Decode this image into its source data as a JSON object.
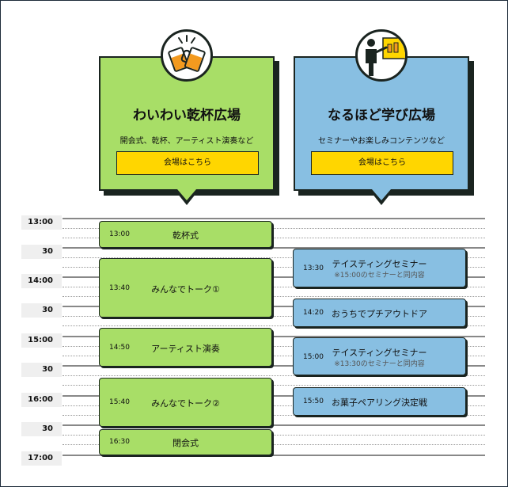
{
  "venues": {
    "kanpai": {
      "title": "わいわい乾杯広場",
      "subtitle": "開会式、乾杯、アーティスト演奏など",
      "button": "会場はこちら",
      "icon": "beer-toast-icon"
    },
    "naruhodo": {
      "title": "なるほど学び広場",
      "subtitle": "セミナーやお楽しみコンテンツなど",
      "button": "会場はこちら",
      "icon": "presenter-icon"
    }
  },
  "timeline": {
    "labels": [
      "13:00",
      "30",
      "14:00",
      "30",
      "15:00",
      "30",
      "16:00",
      "30",
      "17:00"
    ]
  },
  "sessions": {
    "kanpai": [
      {
        "time": "13:00",
        "title": "乾杯式"
      },
      {
        "time": "13:40",
        "title": "みんなでトーク①"
      },
      {
        "time": "14:50",
        "title": "アーティスト演奏"
      },
      {
        "time": "15:40",
        "title": "みんなでトーク②"
      },
      {
        "time": "16:30",
        "title": "閉会式"
      }
    ],
    "naruhodo": [
      {
        "time": "13:30",
        "title": "テイスティングセミナー",
        "note": "※15:00のセミナーと同内容"
      },
      {
        "time": "14:20",
        "title": "おうちでプチアウトドア"
      },
      {
        "time": "15:00",
        "title": "テイスティングセミナー",
        "note": "※13:30のセミナーと同内容"
      },
      {
        "time": "15:50",
        "title": "お菓子ペアリング決定戦"
      }
    ]
  },
  "colors": {
    "kanpai": "#a8de67",
    "naruhodo": "#88bfe2",
    "button": "#ffd600",
    "border": "#1a2420"
  }
}
